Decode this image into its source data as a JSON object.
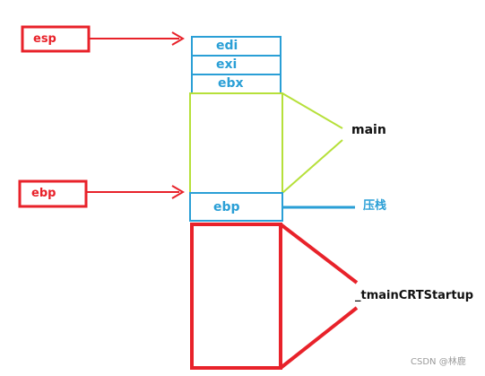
{
  "labels": {
    "esp": "esp",
    "ebp_pointer": "ebp",
    "stack": [
      "edi",
      "exi",
      "ebx"
    ],
    "ebp_cell": "ebp",
    "main": "main",
    "push": "压栈",
    "tmain": "_tmainCRTStartup"
  },
  "watermark": "CSDN @林鹿",
  "colors": {
    "red": "#e8222a",
    "blue": "#2a9fd6",
    "green": "#b6e03a",
    "black": "#111111"
  }
}
